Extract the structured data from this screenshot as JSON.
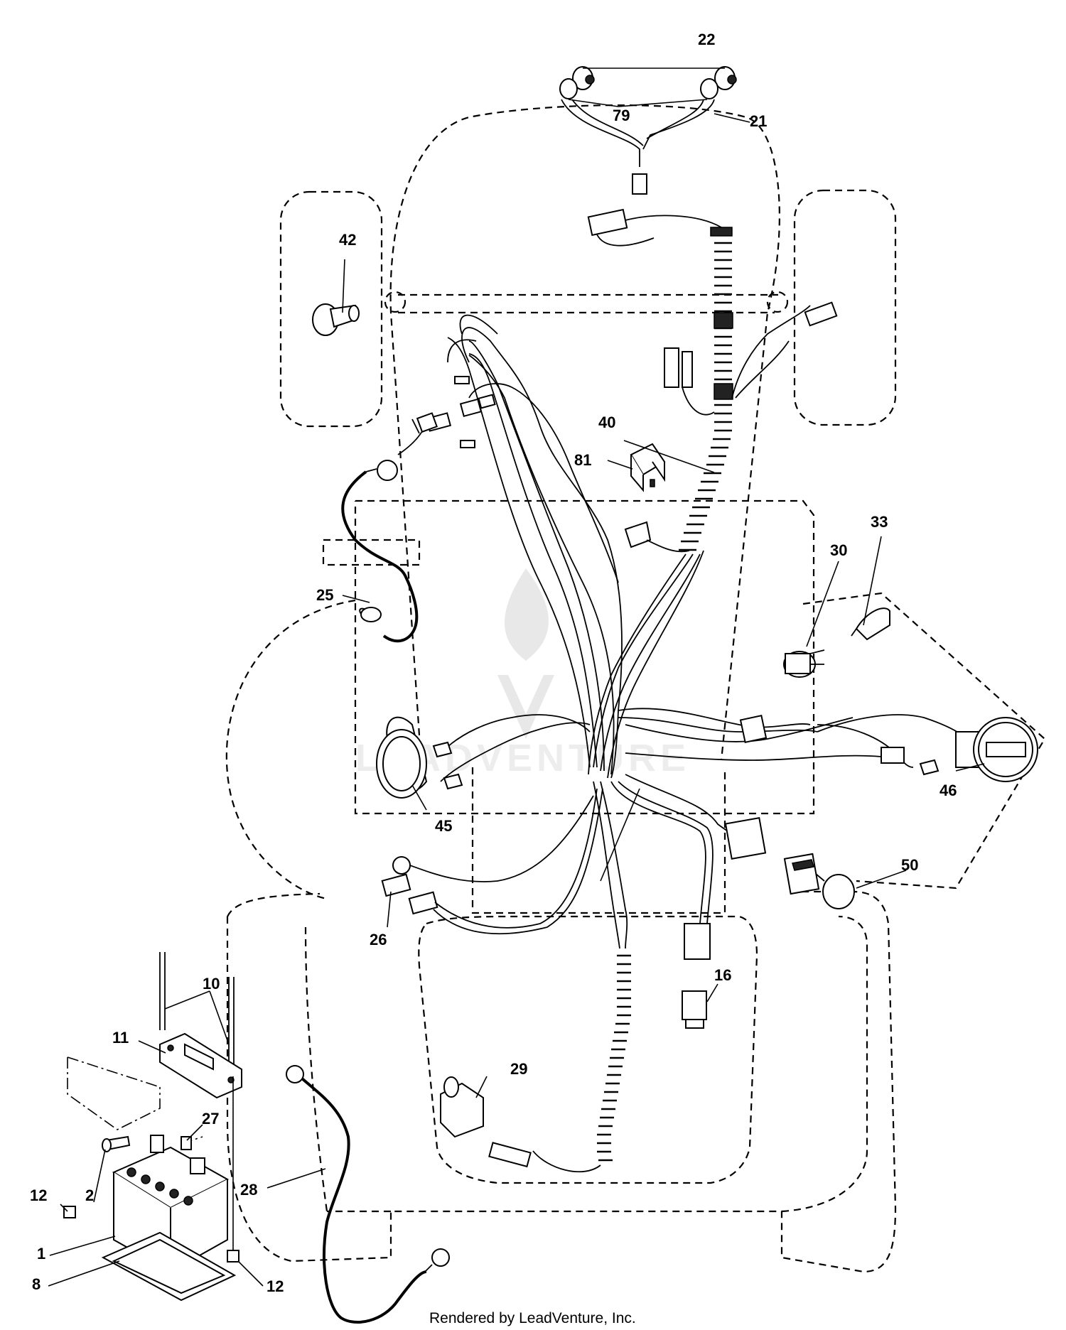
{
  "diagram": {
    "callouts": [
      {
        "id": "22",
        "text": "22"
      },
      {
        "id": "79",
        "text": "79"
      },
      {
        "id": "21",
        "text": "21"
      },
      {
        "id": "42",
        "text": "42"
      },
      {
        "id": "40",
        "text": "40"
      },
      {
        "id": "81",
        "text": "81"
      },
      {
        "id": "33",
        "text": "33"
      },
      {
        "id": "30",
        "text": "30"
      },
      {
        "id": "25",
        "text": "25"
      },
      {
        "id": "46",
        "text": "46"
      },
      {
        "id": "45",
        "text": "45"
      },
      {
        "id": "50",
        "text": "50"
      },
      {
        "id": "26",
        "text": "26"
      },
      {
        "id": "16",
        "text": "16"
      },
      {
        "id": "10",
        "text": "10"
      },
      {
        "id": "11",
        "text": "11"
      },
      {
        "id": "29",
        "text": "29"
      },
      {
        "id": "27",
        "text": "27"
      },
      {
        "id": "12a",
        "text": "12"
      },
      {
        "id": "2",
        "text": "2"
      },
      {
        "id": "28",
        "text": "28"
      },
      {
        "id": "1",
        "text": "1"
      },
      {
        "id": "8",
        "text": "8"
      },
      {
        "id": "12b",
        "text": "12"
      }
    ],
    "footer": "Rendered by LeadVenture, Inc.",
    "watermark": "LEADVENTURE"
  }
}
